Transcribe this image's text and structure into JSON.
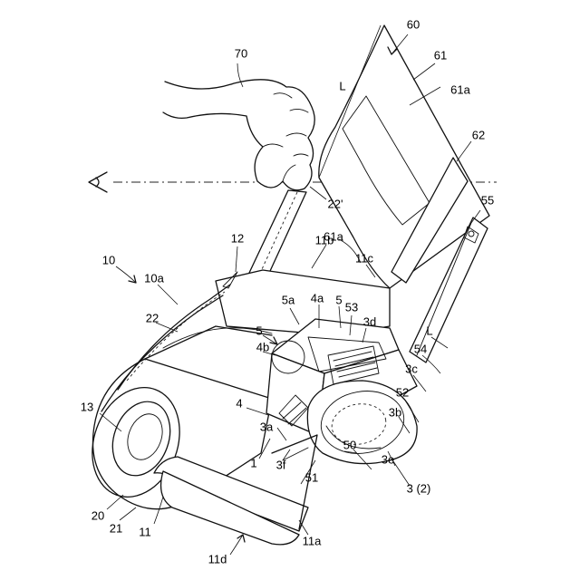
{
  "labels": {
    "l60": "60",
    "l70": "70",
    "l61": "61",
    "l61a_top": "61a",
    "l62": "62",
    "lL_top": "L",
    "l22p": "22'",
    "l55": "55",
    "l61a_mid": "61a",
    "l12": "12",
    "l11b": "11b",
    "l11c": "11c",
    "l10": "10",
    "l10a": "10a",
    "l22": "22",
    "l5a": "5a",
    "l4a": "4a",
    "l5": "5",
    "l53": "53",
    "l3d": "3d",
    "l5b": "5",
    "l4b": "4b",
    "lL_bot": "L",
    "l54": "54",
    "l3c": "3c",
    "l52": "52",
    "l3b": "3b",
    "l13": "13",
    "l4": "4",
    "l3a": "3a",
    "l1": "1",
    "l3f": "3f",
    "l50": "50",
    "l3e": "3e",
    "l32": "3 (2)",
    "l51": "51",
    "l20": "20",
    "l21": "21",
    "l11": "11",
    "l11a": "11a",
    "l11d": "11d"
  }
}
